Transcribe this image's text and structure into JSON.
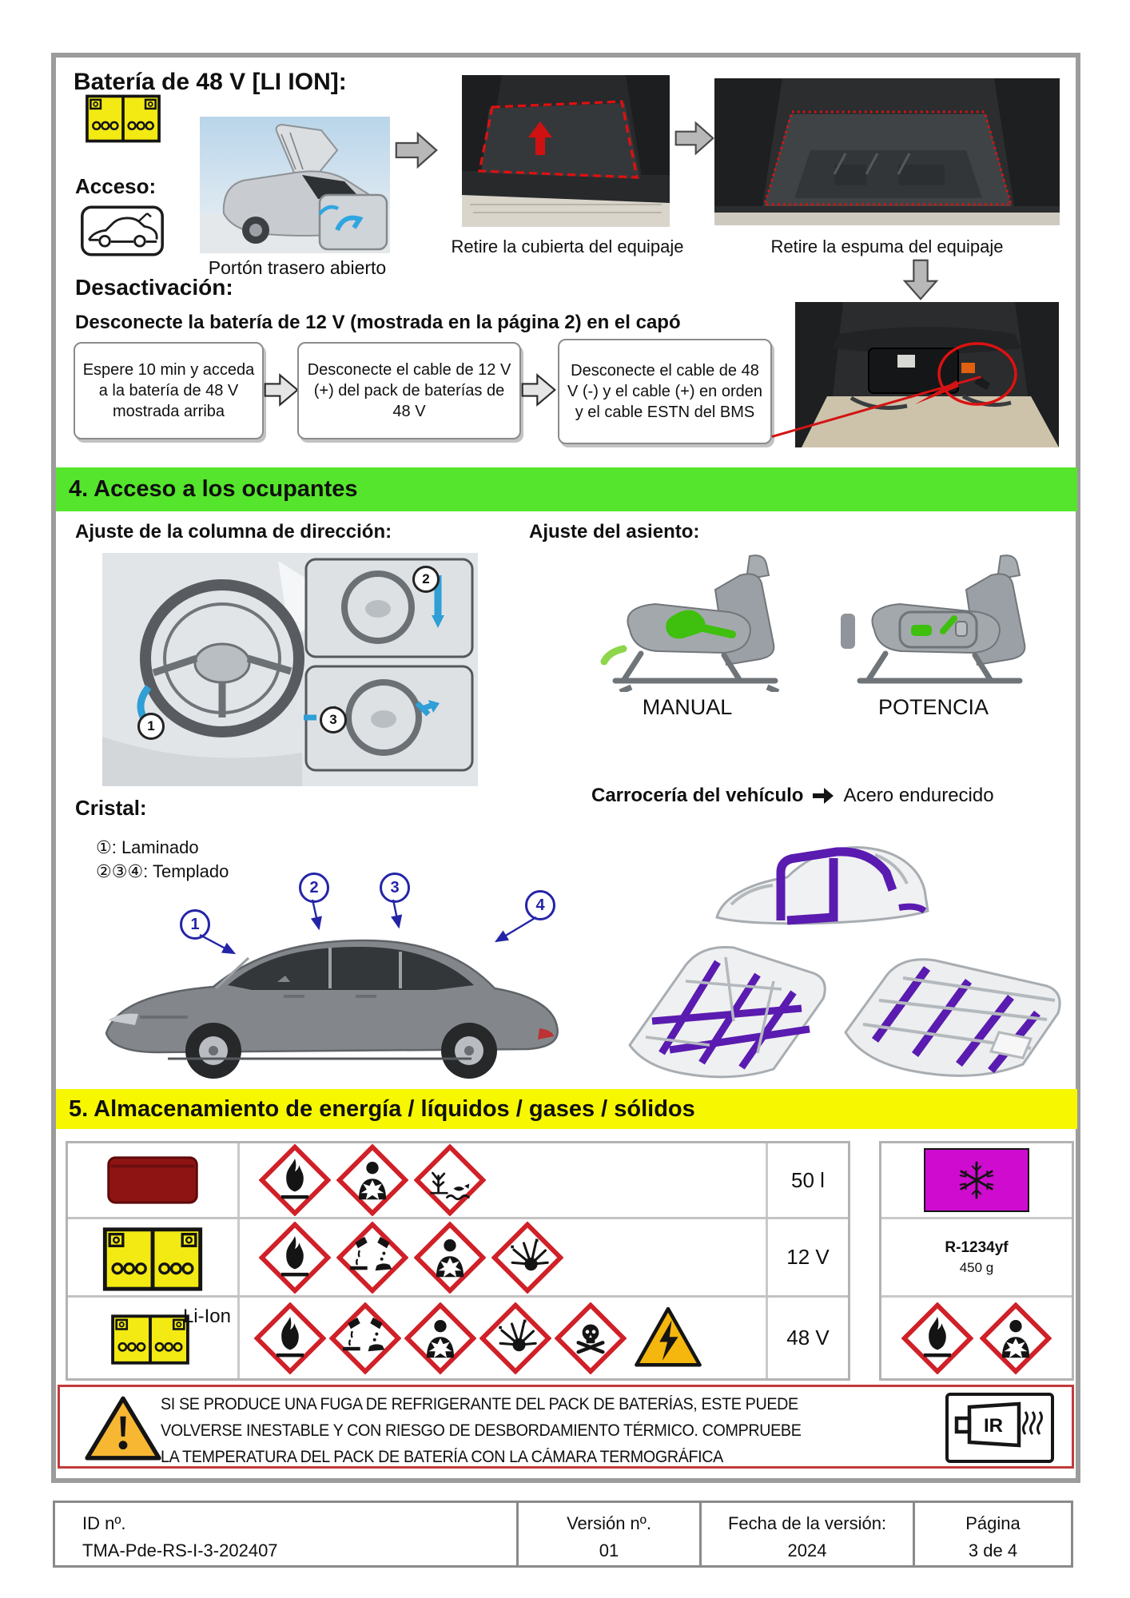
{
  "battery48": {
    "title": "Batería de 48 V [LI ION]:",
    "access_label": "Acceso:",
    "tailgate_caption": "Portón trasero abierto",
    "remove_cover_caption": "Retire la cubierta del equipaje",
    "remove_foam_caption": "Retire la espuma del equipaje",
    "deactivation_label": "Desactivación:",
    "deactivation_note": "Desconecte la batería de 12 V (mostrada en la página 2) en el capó",
    "steps": [
      "Espere 10 min y acceda a la batería de 48 V mostrada arriba",
      "Desconecte el cable de 12 V (+) del pack de baterías de 48 V",
      "Desconecte el cable de 48 V (-) y el cable (+) en orden y el cable ESTN del BMS"
    ]
  },
  "occupants": {
    "banner": "4. Acceso a los ocupantes",
    "steering_label": "Ajuste de la columna de dirección:",
    "seat_label": "Ajuste del asiento:",
    "seat_manual_caption": "MANUAL",
    "seat_power_caption": "POTENCIA",
    "steering_badges": [
      "1",
      "2",
      "3"
    ],
    "body_label": "Carrocería del vehículo",
    "body_value": "Acero endurecido",
    "glass_label": "Cristal:",
    "glass_laminated": "①: Laminado",
    "glass_tempered": "②③④: Templado",
    "callouts": [
      "1",
      "2",
      "3",
      "4"
    ]
  },
  "storage": {
    "banner": "5. Almacenamiento de energía / líquidos / gases / sólidos",
    "rows": [
      {
        "item": "fuel-tank",
        "label": "",
        "pictograms": [
          "flammable",
          "health-hazard",
          "environmental-hazard"
        ],
        "value": "50 l"
      },
      {
        "item": "battery-12v",
        "label": "",
        "pictograms": [
          "flammable",
          "corrosive",
          "health-hazard",
          "explosive"
        ],
        "value": "12 V"
      },
      {
        "item": "battery-48v-li-ion",
        "label": "Li-Ion",
        "pictograms": [
          "flammable",
          "corrosive",
          "health-hazard",
          "explosive",
          "toxic",
          "electrical-hazard"
        ],
        "value": "48 V"
      }
    ],
    "refrigerant": {
      "pictogram": "snowflake",
      "code": "R-1234yf",
      "amount": "450 g",
      "hazards": [
        "flammable",
        "health-hazard"
      ]
    }
  },
  "warning": {
    "lines": [
      "SI SE PRODUCE UNA FUGA DE REFRIGERANTE DEL PACK DE BATERÍAS, ESTE PUEDE",
      "VOLVERSE INESTABLE Y CON RIESGO DE DESBORDAMIENTO TÉRMICO. COMPRUEBE",
      "LA TEMPERATURA DEL PACK DE BATERÍA CON LA CÁMARA TERMOGRÁFICA"
    ],
    "ir_label": "IR"
  },
  "footer": {
    "id_label": "ID nº.",
    "id_value": "TMA-Pde-RS-I-3-202407",
    "version_label": "Versión nº.",
    "version_value": "01",
    "date_label": "Fecha de la versión:",
    "date_value": "2024",
    "page_label": "Página",
    "page_value": "3 de 4"
  },
  "colors": {
    "section4_banner": "#55e52c",
    "section5_banner": "#f7f700",
    "refrigerant_box": "#cf0bcf",
    "ghs_red": "#d02028",
    "battery_yellow": "#f3ea13",
    "hazard_amber": "#f5b60d",
    "warning_border": "#c23a3a",
    "callout_blue": "#2424a8"
  }
}
